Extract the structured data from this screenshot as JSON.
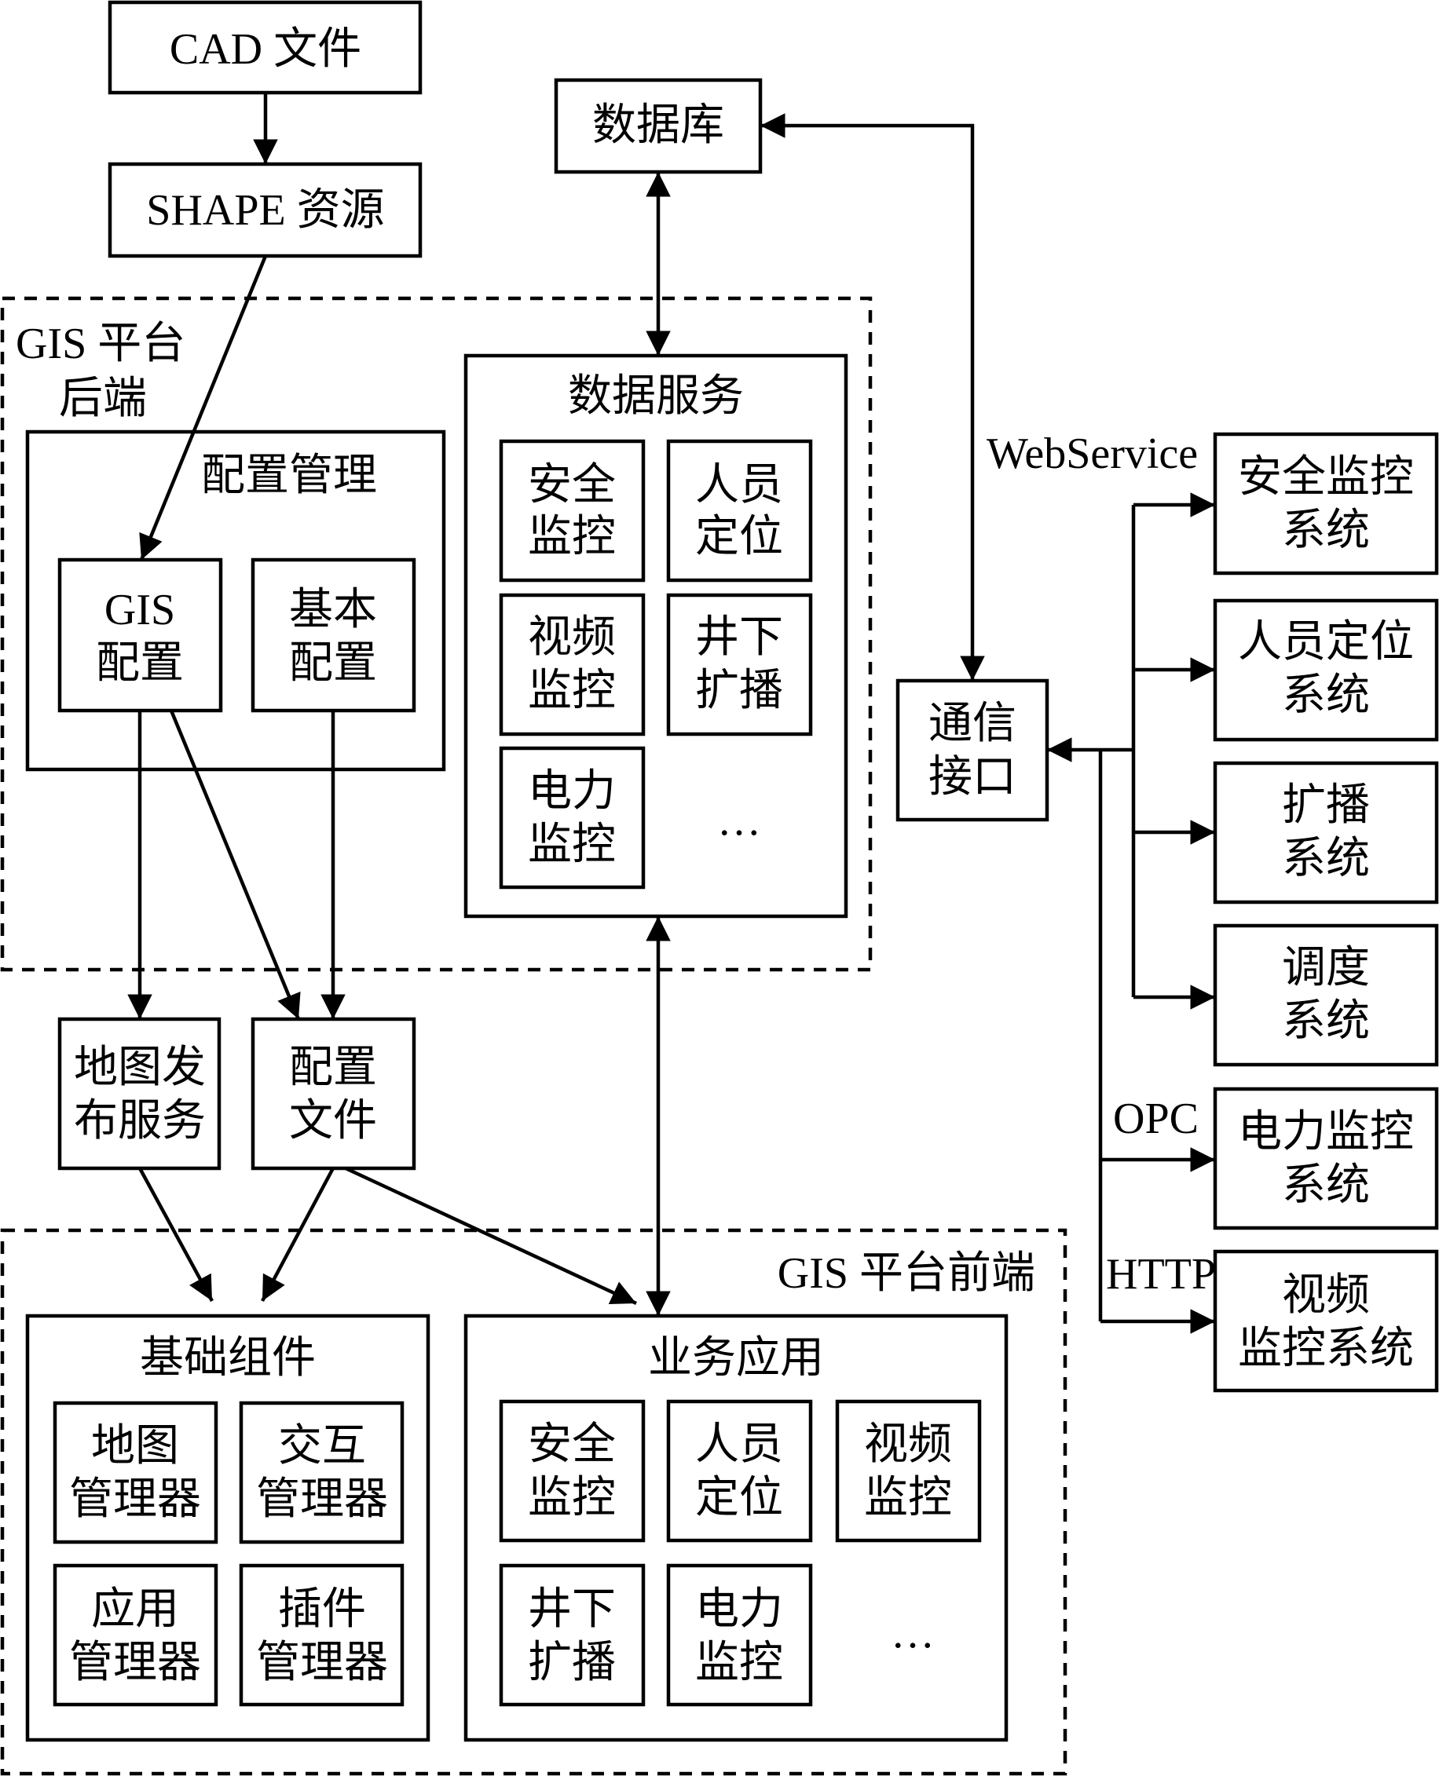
{
  "source": {
    "cad": "CAD 文件",
    "shape": "SHAPE 资源",
    "database": "数据库"
  },
  "backend": {
    "title_line1": "GIS 平台",
    "title_line2": "后端",
    "config_mgmt": {
      "title": "配置管理",
      "gis_config": [
        "GIS",
        "配置"
      ],
      "basic_config": [
        "基本",
        "配置"
      ]
    },
    "data_service": {
      "title": "数据服务",
      "items": [
        [
          "安全",
          "监控"
        ],
        [
          "人员",
          "定位"
        ],
        [
          "视频",
          "监控"
        ],
        [
          "井下",
          "扩播"
        ],
        [
          "电力",
          "监控"
        ]
      ],
      "ellipsis": "…"
    }
  },
  "middle": {
    "map_publish": [
      "地图发",
      "布服务"
    ],
    "config_file": [
      "配置",
      "文件"
    ]
  },
  "frontend": {
    "title": "GIS 平台前端",
    "base_components": {
      "title": "基础组件",
      "items": [
        [
          "地图",
          "管理器"
        ],
        [
          "交互",
          "管理器"
        ],
        [
          "应用",
          "管理器"
        ],
        [
          "插件",
          "管理器"
        ]
      ]
    },
    "business_apps": {
      "title": "业务应用",
      "items": [
        [
          "安全",
          "监控"
        ],
        [
          "人员",
          "定位"
        ],
        [
          "视频",
          "监控"
        ],
        [
          "井下",
          "扩播"
        ],
        [
          "电力",
          "监控"
        ]
      ],
      "ellipsis": "…"
    }
  },
  "comm_interface": [
    "通信",
    "接口"
  ],
  "protocols": {
    "webservice": "WebService",
    "opc": "OPC",
    "http": "HTTP"
  },
  "external_systems": [
    [
      "安全监控",
      "系统"
    ],
    [
      "人员定位",
      "系统"
    ],
    [
      "扩播",
      "系统"
    ],
    [
      "调度",
      "系统"
    ],
    [
      "电力监控",
      "系统"
    ],
    [
      "视频",
      "监控系统"
    ]
  ]
}
